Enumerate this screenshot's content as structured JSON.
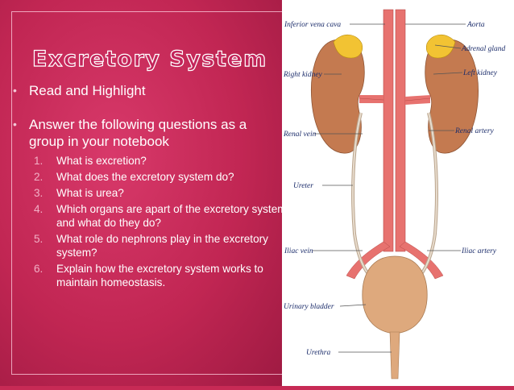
{
  "slide": {
    "title": "Excretory System",
    "bullets": [
      {
        "text": "Read and Highlight"
      },
      {
        "text": "Answer the following questions as a group in your notebook"
      }
    ],
    "questions": [
      {
        "num": "1.",
        "text": "What is excretion?"
      },
      {
        "num": "2.",
        "text": "What does the excretory system do?"
      },
      {
        "num": "3.",
        "text": "What is urea?"
      },
      {
        "num": "4.",
        "text": "Which organs are apart of the excretory system and what do they do?"
      },
      {
        "num": "5.",
        "text": "What role do nephrons play in the excretory system?"
      },
      {
        "num": "6.",
        "text": "Explain how the excretory system works to maintain homeostasis."
      }
    ]
  },
  "diagram": {
    "labels": {
      "inferior_vena_cava": "Inferior vena cava",
      "aorta": "Aorta",
      "adrenal_gland": "Adrenal gland",
      "right_kidney": "Right kidney",
      "left_kidney": "Left kidney",
      "renal_vein": "Renal vein",
      "renal_artery": "Renal artery",
      "ureter": "Ureter",
      "iliac_vein": "Iliac vein",
      "iliac_artery": "Iliac artery",
      "urinary_bladder": "Urinary bladder",
      "urethra": "Urethra"
    }
  },
  "colors": {
    "slide_bg": "#c72a55",
    "kidney": "#c47a50",
    "adrenal": "#f2c333",
    "vessel": "#e7726f",
    "bladder": "#dea97d",
    "label": "#1c2d6b"
  }
}
